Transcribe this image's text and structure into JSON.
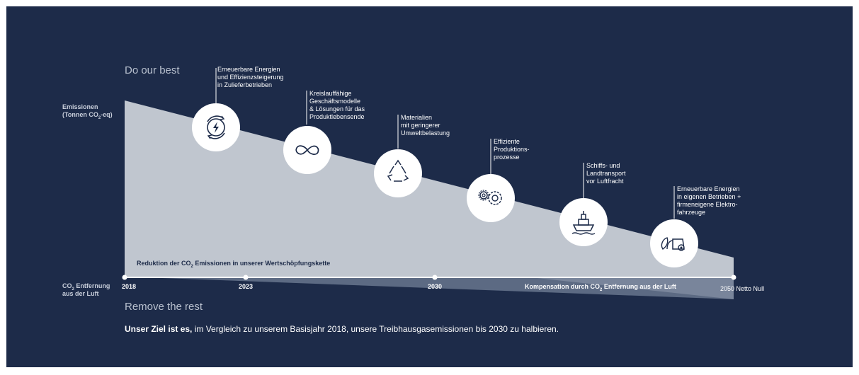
{
  "headings": {
    "top": "Do our best",
    "bottom": "Remove the rest"
  },
  "axis": {
    "emissions_line1": "Emissionen",
    "emissions_line2_pre": "(Tonnen CO",
    "emissions_line2_sub": "2",
    "emissions_line2_post": "-eq)",
    "removal_line1_pre": "CO",
    "removal_line1_sub": "2",
    "removal_line1_post": " Entfernung",
    "removal_line2": "aus der Luft"
  },
  "reduction_note": {
    "pre": "Reduktion der CO",
    "sub": "2",
    "post": " Emissionen in unserer Wertschöpfungskette"
  },
  "compensation_note": {
    "pre": "Kompensation durch CO",
    "sub": "2",
    "post": " Entfernung aus der Luft"
  },
  "timeline": {
    "years": [
      "2018",
      "2023",
      "2030",
      "2050"
    ],
    "end_label": "Netto Null"
  },
  "steps": [
    {
      "icon": "energy-cycle-icon",
      "lines": [
        "Erneuerbare Energien",
        "und Effizienzsteigerung",
        "in Zulieferbetrieben"
      ]
    },
    {
      "icon": "infinity-icon",
      "lines": [
        "Kreislauffähige",
        "Geschäftsmodelle",
        "& Lösungen für das",
        "Produktlebensende"
      ]
    },
    {
      "icon": "recycle-icon",
      "lines": [
        "Materialien",
        "mit geringerer",
        "Umweltbelastung"
      ]
    },
    {
      "icon": "gears-icon",
      "lines": [
        "Effiziente",
        "Produktions-",
        "prozesse"
      ]
    },
    {
      "icon": "ship-icon",
      "lines": [
        "Schiffs- und",
        "Landtransport",
        "vor Luftfracht"
      ]
    },
    {
      "icon": "electric-vehicle-icon",
      "lines": [
        "Erneuerbare Energien",
        "in eigenen Betrieben +",
        "firmeneigene Elektro-",
        "fahrzeuge"
      ]
    }
  ],
  "goal": {
    "bold": "Unser Ziel ist es,",
    "rest": " im Vergleich zu unserem Basisjahr 2018, unsere Treibhausgasemissionen bis 2030 zu halbieren."
  },
  "colors": {
    "background": "#1d2b49",
    "area": "#c0c6cf",
    "white": "#ffffff"
  }
}
